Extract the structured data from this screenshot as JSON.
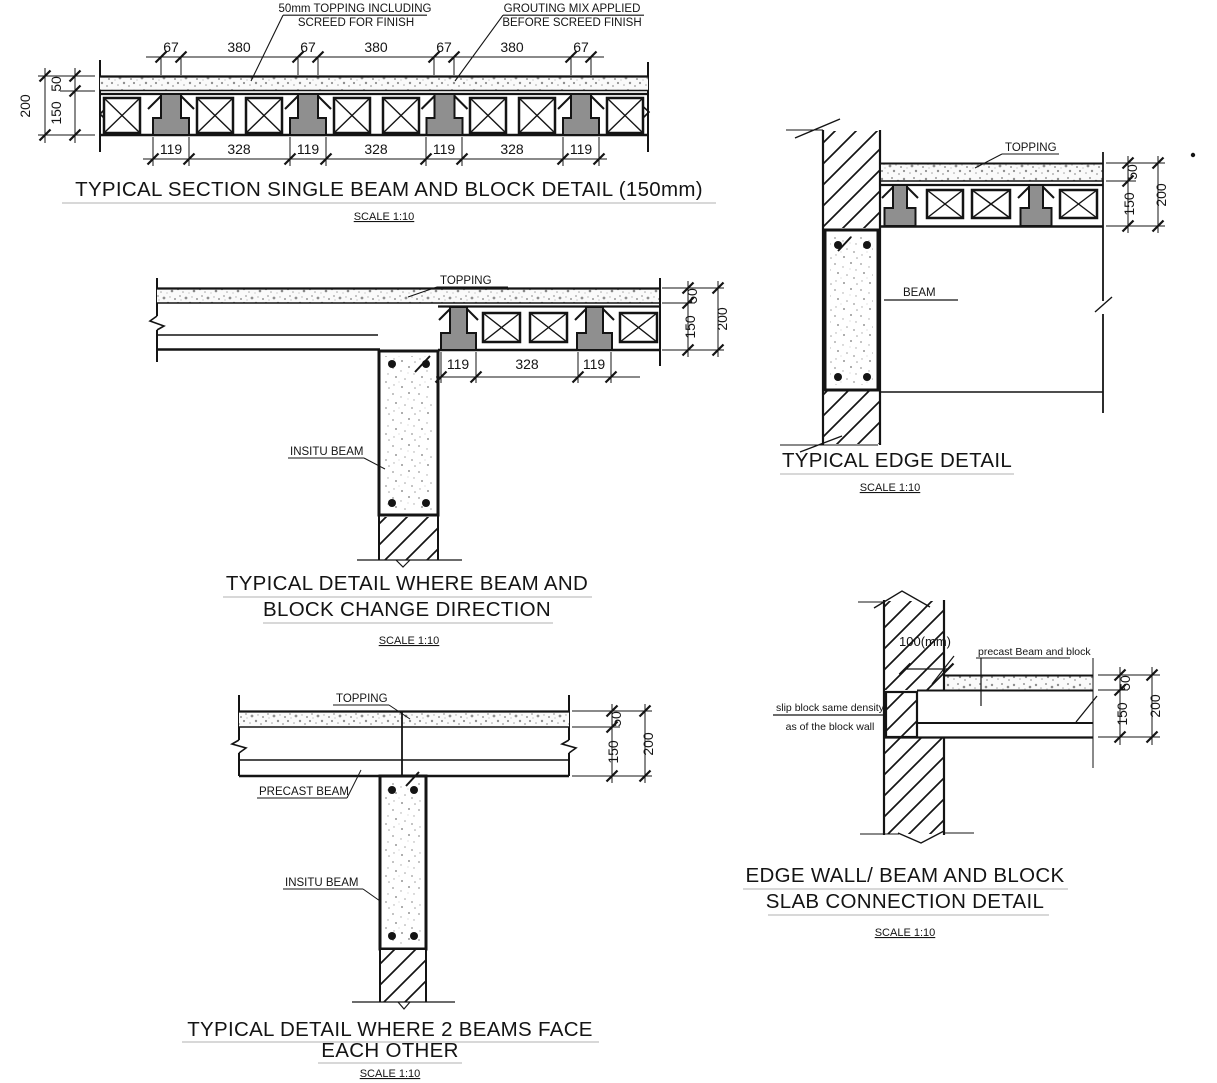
{
  "colors": {
    "ink": "#141414",
    "beam_gray": "#8f8f8f",
    "paper": "#ffffff"
  },
  "dims": {
    "d50": "50",
    "d150": "150",
    "d200": "200",
    "d67": "67",
    "d119": "119",
    "d328": "328",
    "d380": "380"
  },
  "detail1": {
    "title": "TYPICAL SECTION SINGLE BEAM AND BLOCK DETAIL  (150mm)",
    "scale": "SCALE 1:10",
    "callout_topping_1": "50mm TOPPING INCLUDING",
    "callout_topping_2": "SCREED FOR FINISH",
    "callout_grout_1": "GROUTING MIX APPLIED",
    "callout_grout_2": "BEFORE SCREED FINISH"
  },
  "detail2": {
    "title_1": "TYPICAL DETAIL WHERE BEAM AND",
    "title_2": "BLOCK CHANGE DIRECTION",
    "scale": "SCALE 1:10",
    "topping": "TOPPING",
    "insitu_beam": "INSITU BEAM"
  },
  "detail3": {
    "title_1": "TYPICAL DETAIL  WHERE 2 BEAMS FACE",
    "title_2": "EACH OTHER",
    "scale": "SCALE 1:10",
    "topping": "TOPPING",
    "precast_beam": "PRECAST BEAM",
    "insitu_beam": "INSITU BEAM"
  },
  "detail4": {
    "title": "TYPICAL EDGE DETAIL",
    "scale": "SCALE 1:10",
    "topping": "TOPPING",
    "beam": "BEAM"
  },
  "detail5": {
    "title_1": "EDGE WALL/ BEAM AND BLOCK",
    "title_2": "SLAB CONNECTION DETAIL",
    "scale": "SCALE 1:10",
    "wall_offset": "100(mm)",
    "precast": "precast Beam and block",
    "slip_1": "slip block same density",
    "slip_2": "as of the block wall"
  }
}
